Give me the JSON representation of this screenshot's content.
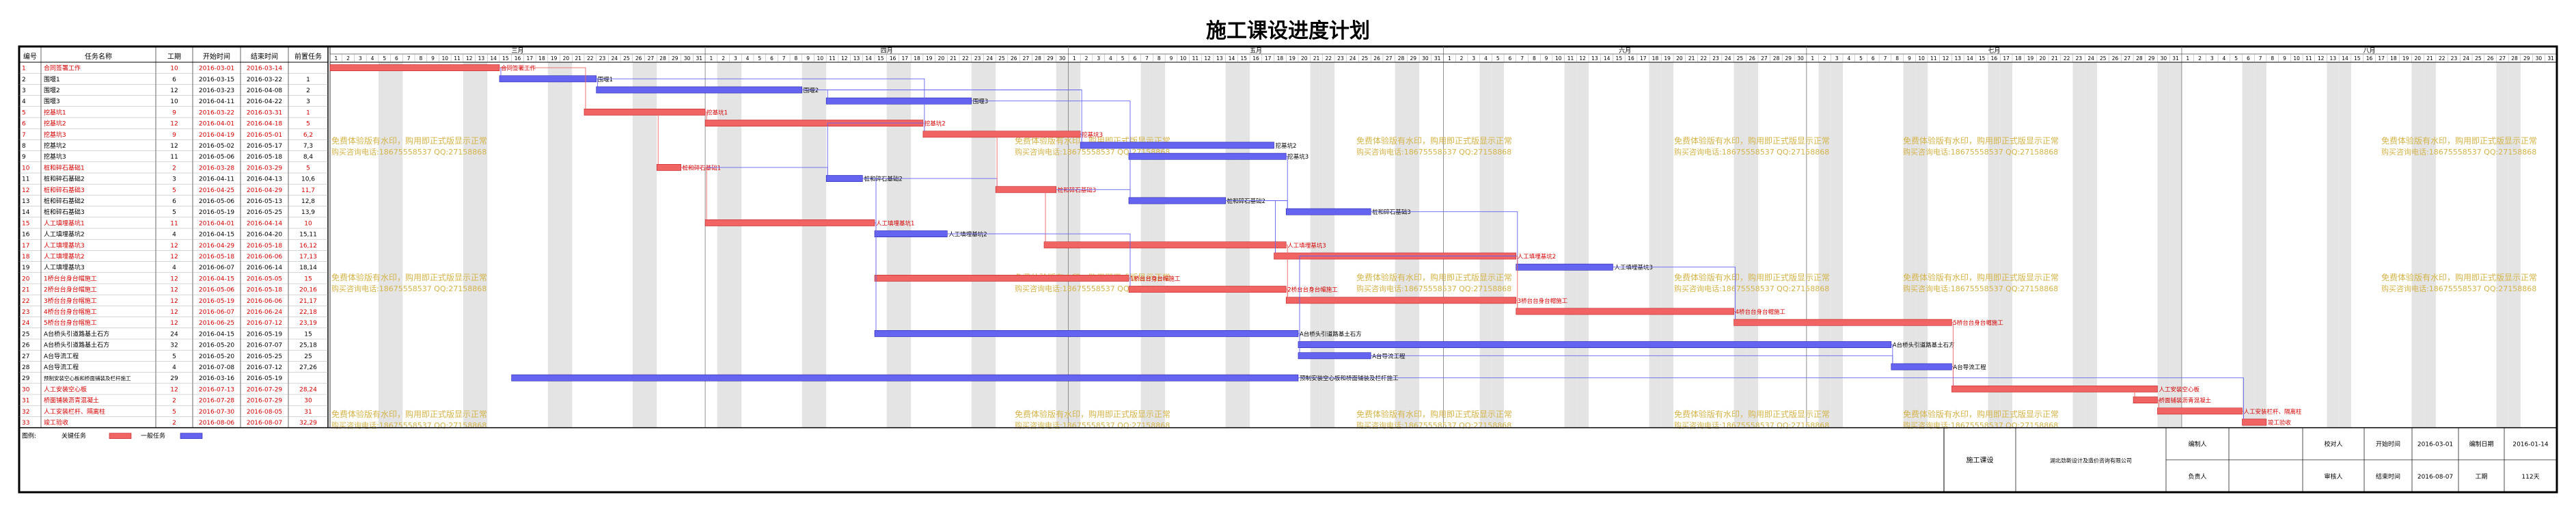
{
  "title": "施工课设进度计划",
  "columns": [
    "编号",
    "任务名称",
    "工期",
    "开始时间",
    "结束时间",
    "前置任务"
  ],
  "months": [
    "三月",
    "四月",
    "五月",
    "六月",
    "七月",
    "八月"
  ],
  "tasks": [
    {
      "id": "1",
      "name": "合同签署工作",
      "dur": "10",
      "start": "2016-03-01",
      "end": "2016-03-14",
      "pred": "",
      "critical": true
    },
    {
      "id": "2",
      "name": "围堰1",
      "dur": "6",
      "start": "2016-03-15",
      "end": "2016-03-22",
      "pred": "1",
      "critical": false
    },
    {
      "id": "3",
      "name": "围堰2",
      "dur": "12",
      "start": "2016-03-23",
      "end": "2016-04-08",
      "pred": "2",
      "critical": false
    },
    {
      "id": "4",
      "name": "围堰3",
      "dur": "10",
      "start": "2016-04-11",
      "end": "2016-04-22",
      "pred": "3",
      "critical": false
    },
    {
      "id": "5",
      "name": "挖基坑1",
      "dur": "9",
      "start": "2016-03-22",
      "end": "2016-03-31",
      "pred": "1",
      "critical": true
    },
    {
      "id": "6",
      "name": "挖基坑2",
      "dur": "12",
      "start": "2016-04-01",
      "end": "2016-04-18",
      "pred": "5",
      "critical": true
    },
    {
      "id": "7",
      "name": "挖基坑3",
      "dur": "9",
      "start": "2016-04-19",
      "end": "2016-05-01",
      "pred": "6,2",
      "critical": true
    },
    {
      "id": "8",
      "name": "挖基坑2",
      "dur": "12",
      "start": "2016-05-02",
      "end": "2016-05-17",
      "pred": "7,3",
      "critical": false
    },
    {
      "id": "9",
      "name": "挖基坑3",
      "dur": "11",
      "start": "2016-05-06",
      "end": "2016-05-18",
      "pred": "8,4",
      "critical": false
    },
    {
      "id": "10",
      "name": "桩和碎石基础1",
      "dur": "2",
      "start": "2016-03-28",
      "end": "2016-03-29",
      "pred": "5",
      "critical": true
    },
    {
      "id": "11",
      "name": "桩和碎石基础2",
      "dur": "3",
      "start": "2016-04-11",
      "end": "2016-04-13",
      "pred": "10,6",
      "critical": false
    },
    {
      "id": "12",
      "name": "桩和碎石基础3",
      "dur": "5",
      "start": "2016-04-25",
      "end": "2016-04-29",
      "pred": "11,7",
      "critical": true
    },
    {
      "id": "13",
      "name": "桩和碎石基础2",
      "dur": "6",
      "start": "2016-05-06",
      "end": "2016-05-13",
      "pred": "12,8",
      "critical": false
    },
    {
      "id": "14",
      "name": "桩和碎石基础3",
      "dur": "5",
      "start": "2016-05-19",
      "end": "2016-05-25",
      "pred": "13,9",
      "critical": false
    },
    {
      "id": "15",
      "name": "人工填埋基坑1",
      "dur": "11",
      "start": "2016-04-01",
      "end": "2016-04-14",
      "pred": "10",
      "critical": true
    },
    {
      "id": "16",
      "name": "人工填埋基坑2",
      "dur": "4",
      "start": "2016-04-15",
      "end": "2016-04-20",
      "pred": "15,11",
      "critical": false
    },
    {
      "id": "17",
      "name": "人工填埋基坑3",
      "dur": "12",
      "start": "2016-04-29",
      "end": "2016-05-18",
      "pred": "16,12",
      "critical": true
    },
    {
      "id": "18",
      "name": "人工填埋基坑2",
      "dur": "12",
      "start": "2016-05-18",
      "end": "2016-06-06",
      "pred": "17,13",
      "critical": true
    },
    {
      "id": "19",
      "name": "人工填埋基坑3",
      "dur": "4",
      "start": "2016-06-07",
      "end": "2016-06-14",
      "pred": "18,14",
      "critical": false
    },
    {
      "id": "20",
      "name": "1桥台台身台帽施工",
      "dur": "12",
      "start": "2016-04-15",
      "end": "2016-05-05",
      "pred": "15",
      "critical": true
    },
    {
      "id": "21",
      "name": "2桥台台身台帽施工",
      "dur": "12",
      "start": "2016-05-06",
      "end": "2016-05-18",
      "pred": "20,16",
      "critical": true
    },
    {
      "id": "22",
      "name": "3桥台台身台帽施工",
      "dur": "12",
      "start": "2016-05-19",
      "end": "2016-06-06",
      "pred": "21,17",
      "critical": true
    },
    {
      "id": "23",
      "name": "4桥台台身台帽施工",
      "dur": "12",
      "start": "2016-06-07",
      "end": "2016-06-24",
      "pred": "22,18",
      "critical": true
    },
    {
      "id": "24",
      "name": "5桥台台身台帽施工",
      "dur": "12",
      "start": "2016-06-25",
      "end": "2016-07-12",
      "pred": "23,19",
      "critical": true
    },
    {
      "id": "25",
      "name": "A台桥头引道路基土石方",
      "dur": "24",
      "start": "2016-04-15",
      "end": "2016-05-19",
      "pred": "15",
      "critical": false
    },
    {
      "id": "26",
      "name": "A台桥头引道路基土石方",
      "dur": "32",
      "start": "2016-05-20",
      "end": "2016-07-07",
      "pred": "25,18",
      "critical": false
    },
    {
      "id": "27",
      "name": "A台导流工程",
      "dur": "5",
      "start": "2016-05-20",
      "end": "2016-05-25",
      "pred": "25",
      "critical": false
    },
    {
      "id": "28",
      "name": "A台导流工程",
      "dur": "4",
      "start": "2016-07-08",
      "end": "2016-07-12",
      "pred": "27,26",
      "critical": false
    },
    {
      "id": "29",
      "name": "预制安装空心板和桥面铺装及栏杆施工",
      "dur": "29",
      "start": "2016-03-16",
      "end": "2016-05-19",
      "pred": "",
      "critical": false
    },
    {
      "id": "30",
      "name": "人工安装空心板",
      "dur": "12",
      "start": "2016-07-13",
      "end": "2016-07-29",
      "pred": "28,24",
      "critical": true
    },
    {
      "id": "31",
      "name": "桥面铺装沥青混凝土",
      "dur": "2",
      "start": "2016-07-28",
      "end": "2016-07-29",
      "pred": "30",
      "critical": true
    },
    {
      "id": "32",
      "name": "人工安装栏杆、隔离柱",
      "dur": "5",
      "start": "2016-07-30",
      "end": "2016-08-05",
      "pred": "31",
      "critical": true
    },
    {
      "id": "33",
      "name": "竣工验收",
      "dur": "2",
      "start": "2016-08-06",
      "end": "2016-08-07",
      "pred": "32,29",
      "critical": true
    }
  ],
  "watermark": {
    "line1": "免费体验版有水印，购用即正式版显示正常",
    "line2": "购买咨询电话:18675558537 QQ:27158868"
  },
  "legend": {
    "label": "图例:",
    "critical": "关键任务",
    "normal": "一般任务"
  },
  "footer": {
    "project_label": "施工课设",
    "company": "湖北劲新设计及造价咨询有限公司",
    "drawn_by": "编制人",
    "reviewer": "负责人",
    "checker": "校对人",
    "approver": "审核人",
    "plan_start_label": "开始时间",
    "plan_start": "2016-03-01",
    "plan_end_label": "结束时间",
    "plan_end": "2016-08-07",
    "edit_date_label": "编制日期",
    "edit_date": "2016-01-14",
    "duration_label": "工期",
    "duration": "112天"
  },
  "colors": {
    "critical": "#f06464",
    "normal": "#6464f0",
    "frame": "#000000",
    "watermark": "#d4b44a",
    "weekend": "#e4e4e4"
  },
  "chart_data": {
    "type": "gantt",
    "x_range": [
      "2016-03-01",
      "2016-08-31"
    ],
    "grid": true,
    "legend": "bottom-left"
  }
}
